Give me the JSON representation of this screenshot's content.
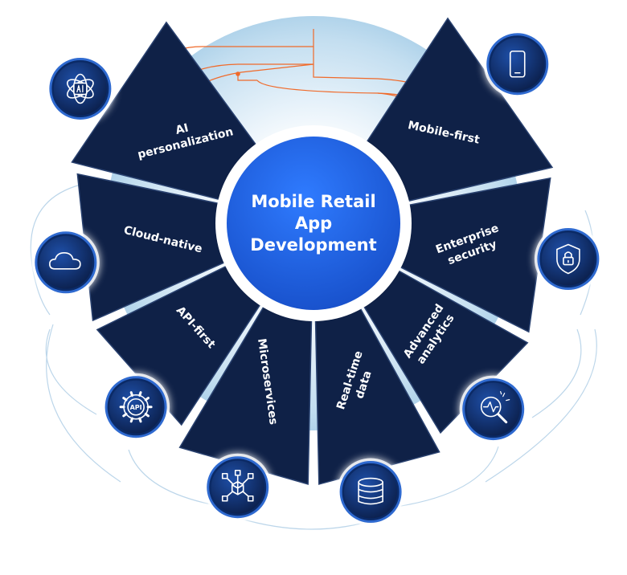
{
  "hub": {
    "line1": "Mobile Retail",
    "line2": "App",
    "line3": "Development"
  },
  "segments": [
    {
      "line1": "AI",
      "line2": "personalization",
      "icon": "ai-chip-icon"
    },
    {
      "line1": "Cloud-native",
      "line2": "",
      "icon": "cloud-icon"
    },
    {
      "line1": "API-first",
      "line2": "",
      "icon": "api-gear-icon"
    },
    {
      "line1": "Microservices",
      "line2": "",
      "icon": "microservices-cube-icon"
    },
    {
      "line1": "Real-time",
      "line2": "data",
      "icon": "database-icon"
    },
    {
      "line1": "Advanced",
      "line2": "analytics",
      "icon": "analytics-magnifier-icon"
    },
    {
      "line1": "Enterprise",
      "line2": "security",
      "icon": "shield-lock-icon"
    },
    {
      "line1": "Mobile-first",
      "line2": "",
      "icon": "smartphone-icon"
    }
  ],
  "colors": {
    "segment": "#0f2147",
    "segment_edge": "#2a4270",
    "hub": "#1f63e6",
    "halo": "#bfdcef",
    "accent_lines": "#f06a2a",
    "icon_stroke": "#ffffff"
  }
}
